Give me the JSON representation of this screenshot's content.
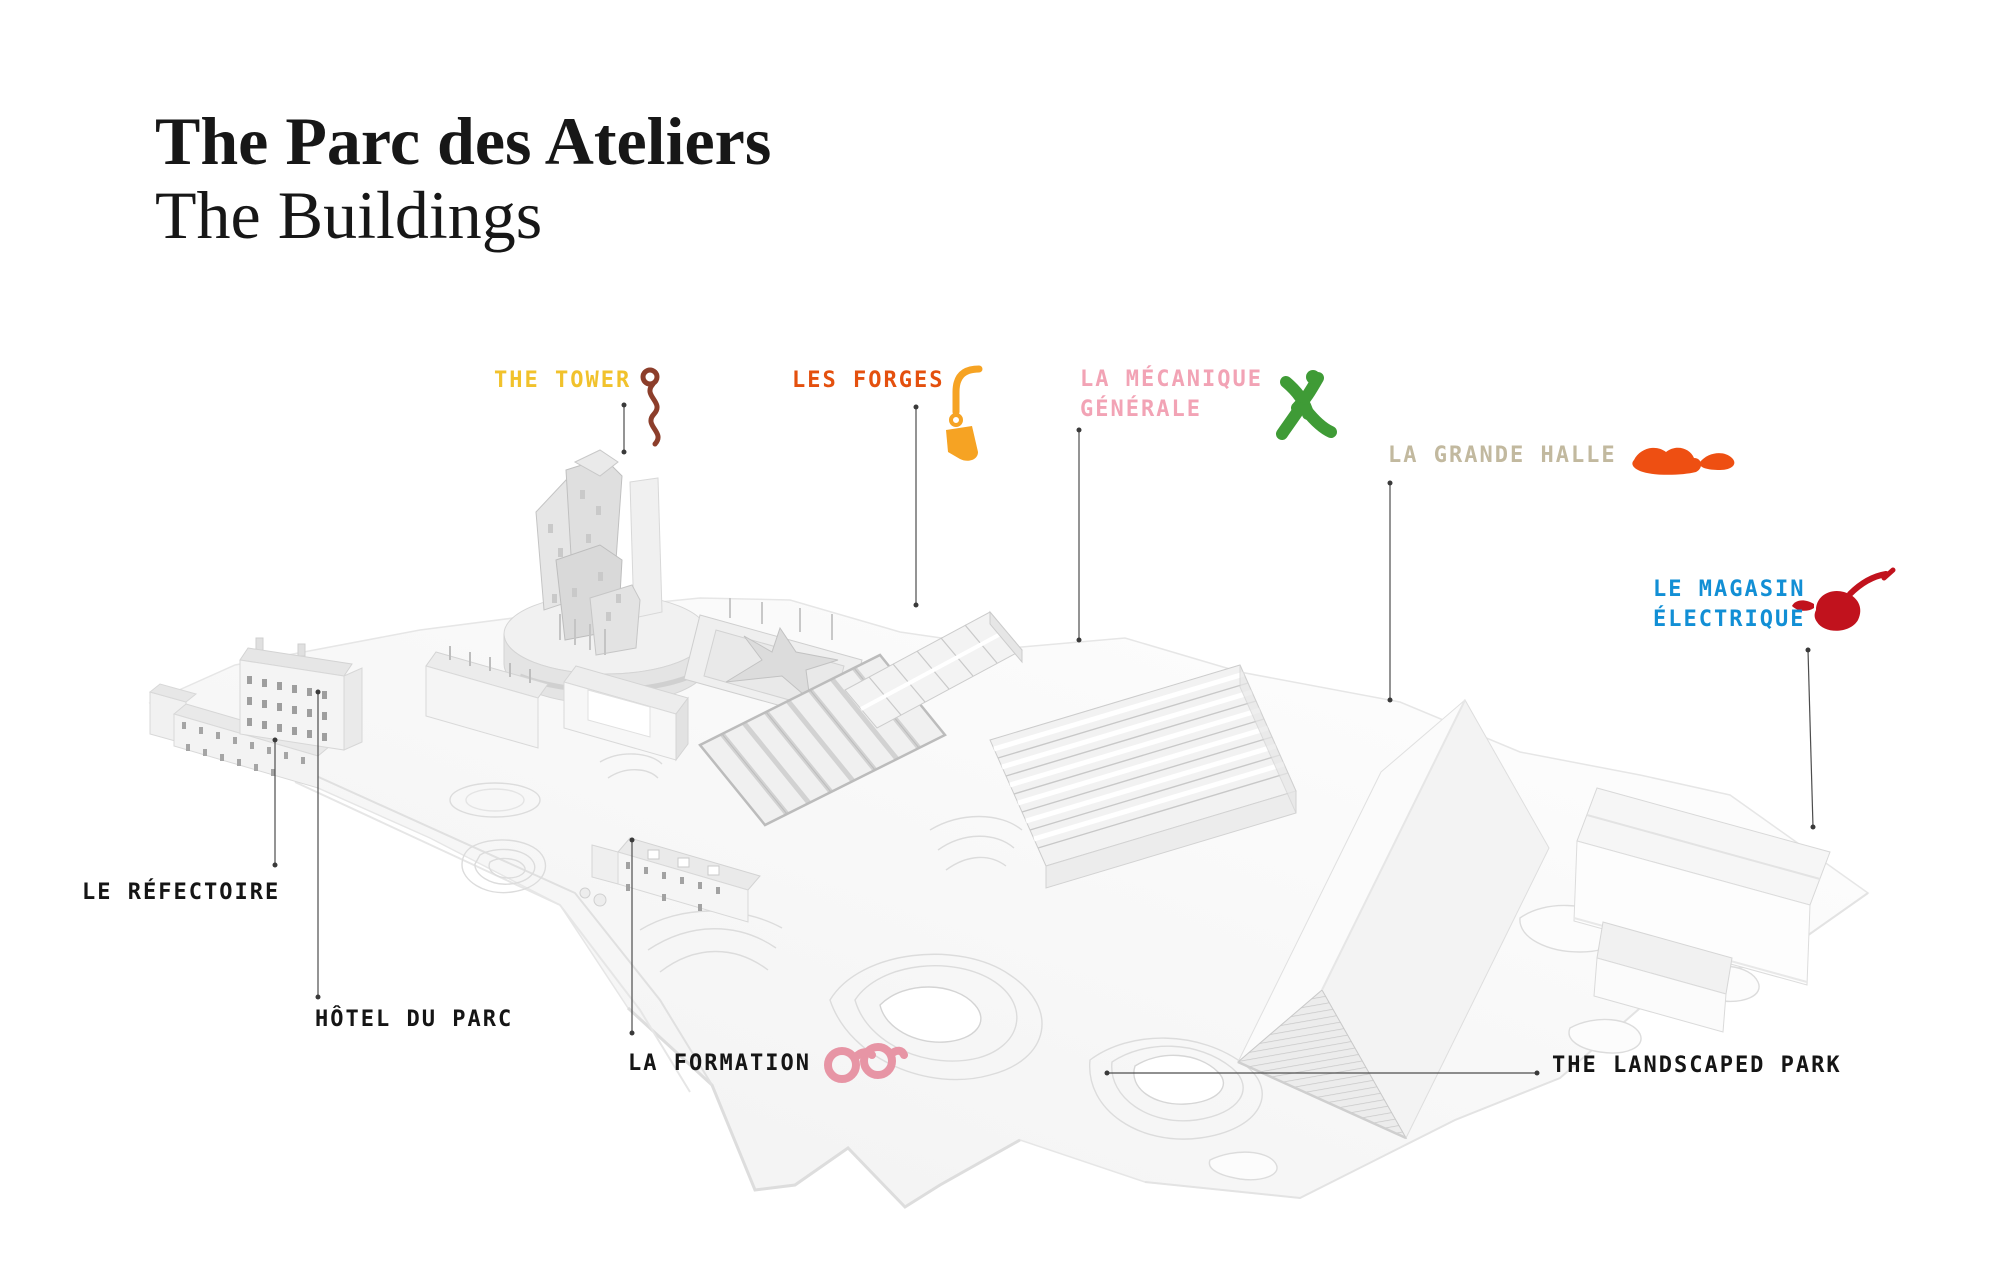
{
  "header": {
    "title": "The Parc des Ateliers",
    "subtitle": "The Buildings"
  },
  "colors": {
    "label_black": "#151515",
    "leader_line": "#4d4d4d"
  },
  "buildings": {
    "the_tower": {
      "label": "THE TOWER",
      "label_color": "#f1c22c",
      "icon": "corkscrew-squiggle",
      "icon_color": "#8c3e2b"
    },
    "les_forges": {
      "label": "LES FORGES",
      "label_color": "#e4500e",
      "icon": "hanging-forge-tool",
      "icon_color": "#f6a323"
    },
    "la_mecanique_generale": {
      "label_line1": "LA MÉCANIQUE",
      "label_line2": "GÉNÉRALE",
      "label_color": "#f2a3b5",
      "icon": "green-figure",
      "icon_color": "#3f9b36"
    },
    "la_grande_halle": {
      "label": "LA GRANDE HALLE",
      "label_color": "#c2b99f",
      "icon": "orange-scribble-blobs",
      "icon_color": "#ee4f12"
    },
    "le_magasin_electrique": {
      "label_line1": "LE MAGASIN",
      "label_line2": "ÉLECTRIQUE",
      "label_color": "#128fd5",
      "icon": "red-beet-balloon",
      "icon_color": "#c1121d"
    },
    "le_refectoire": {
      "label": "LE RÉFECTOIRE",
      "label_color": "#151515"
    },
    "hotel_du_parc": {
      "label": "HÔTEL DU PARC",
      "label_color": "#151515"
    },
    "la_formation": {
      "label": "LA FORMATION",
      "label_color": "#151515",
      "icon": "pink-glasses",
      "icon_color": "#e795a5"
    },
    "the_landscaped_park": {
      "label": "THE LANDSCAPED PARK",
      "label_color": "#151515"
    }
  }
}
